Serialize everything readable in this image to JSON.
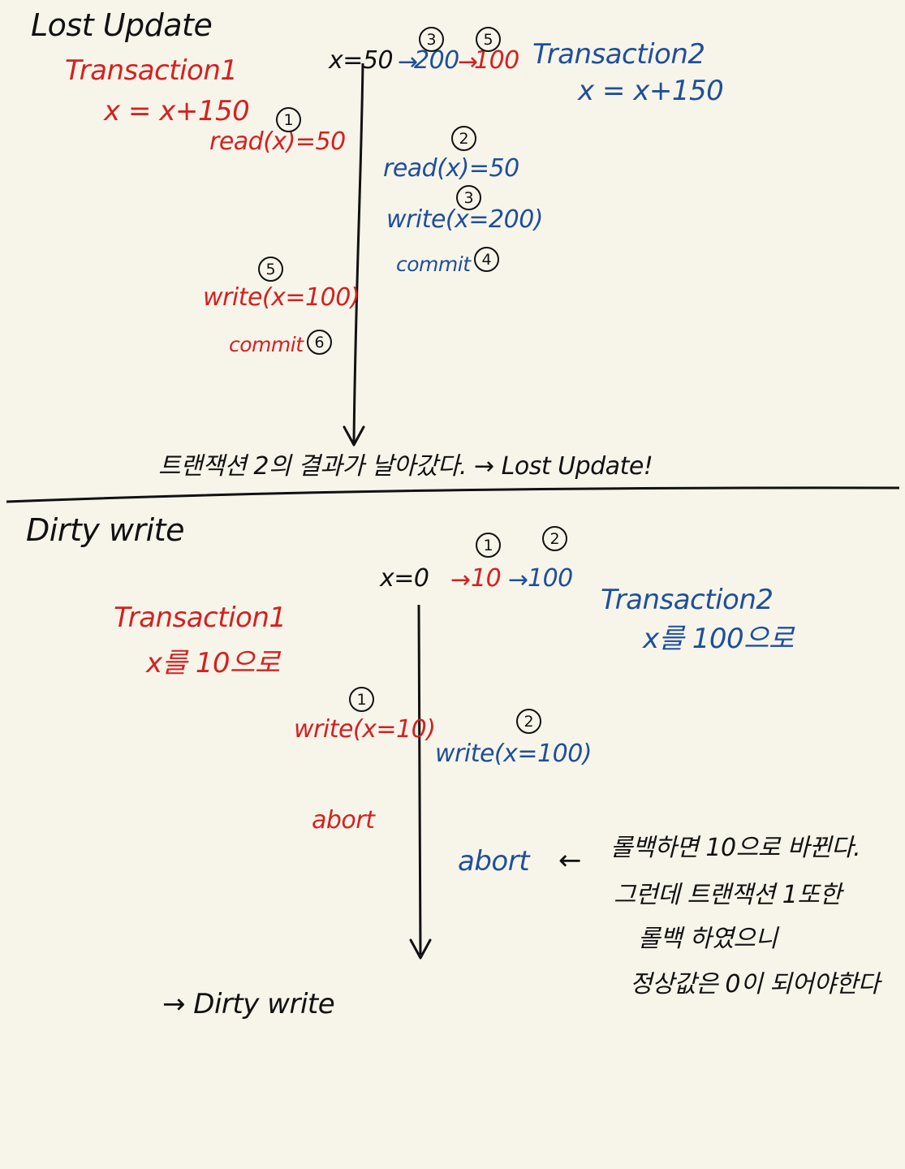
{
  "lost_update": {
    "title": "Lost Update",
    "tx1": {
      "title": "Transaction1",
      "expr": "x = x+150",
      "read": "read(x)=50",
      "write": "write(x=100)",
      "commit": "commit",
      "read_step": "1",
      "write_step": "5",
      "commit_step": "6"
    },
    "tx2": {
      "title": "Transaction2",
      "expr": "x = x+150",
      "read": "read(x)=50",
      "write": "write(x=200)",
      "commit": "commit",
      "read_step": "2",
      "write_step": "3",
      "commit_step": "4"
    },
    "timeline": {
      "start": "x=50",
      "arrow1": "→",
      "value1": "200",
      "arrow2": "→",
      "value2": "100",
      "value1_step": "3",
      "value2_step": "5"
    },
    "conclusion": "트랜잭션 2의 결과가 날아갔다. → Lost Update!"
  },
  "dirty_write": {
    "title": "Dirty write",
    "tx1": {
      "title": "Transaction1",
      "desc": "x를 10으로",
      "write": "write(x=10)",
      "abort": "abort",
      "write_step": "1"
    },
    "tx2": {
      "title": "Transaction2",
      "desc": "x를 100으로",
      "write": "write(x=100)",
      "abort": "abort",
      "write_step": "2"
    },
    "timeline": {
      "start": "x=0",
      "arrow1": "→",
      "value1": "10",
      "arrow2": "→",
      "value2": "100",
      "value1_step": "1",
      "value2_step": "2"
    },
    "note_arrow": "←",
    "note_lines": [
      "롤백하면 10으로 바뀐다.",
      "그런데 트랜잭션 1또한",
      "롤백 하였으니",
      "정상값은 0이 되어야한다"
    ],
    "conclusion": "→ Dirty write"
  },
  "colors": {
    "background": "#f7f5ea",
    "ink": "#111111",
    "transaction1": "#d62020",
    "transaction2": "#1f4f9a"
  }
}
